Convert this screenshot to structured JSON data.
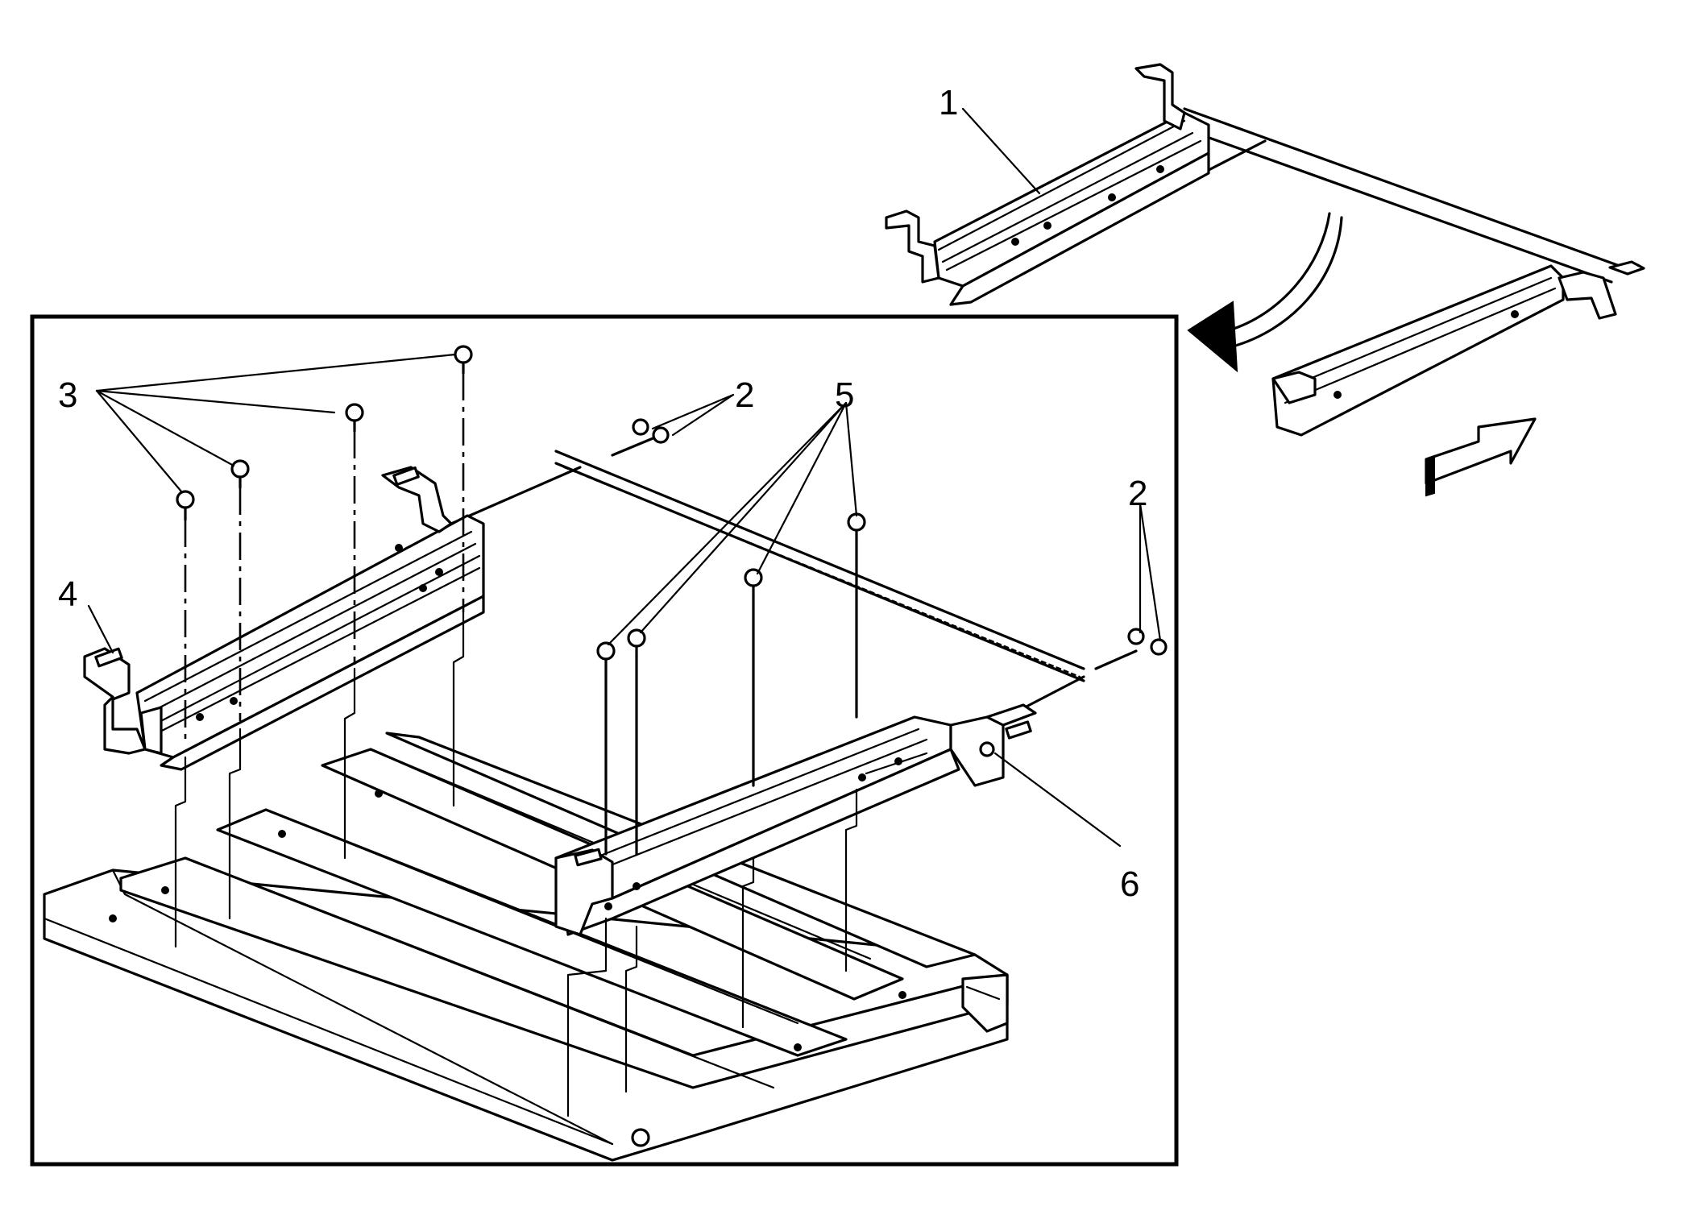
{
  "callouts": [
    {
      "id": "1",
      "label": "1"
    },
    {
      "id": "2a",
      "label": "2"
    },
    {
      "id": "2b",
      "label": "2"
    },
    {
      "id": "3",
      "label": "3"
    },
    {
      "id": "4",
      "label": "4"
    },
    {
      "id": "5",
      "label": "5"
    },
    {
      "id": "6",
      "label": "6"
    }
  ],
  "icons": {
    "rotate_arrow": "curved-arrow-icon",
    "forward_arrow": "front-direction-arrow-icon"
  }
}
